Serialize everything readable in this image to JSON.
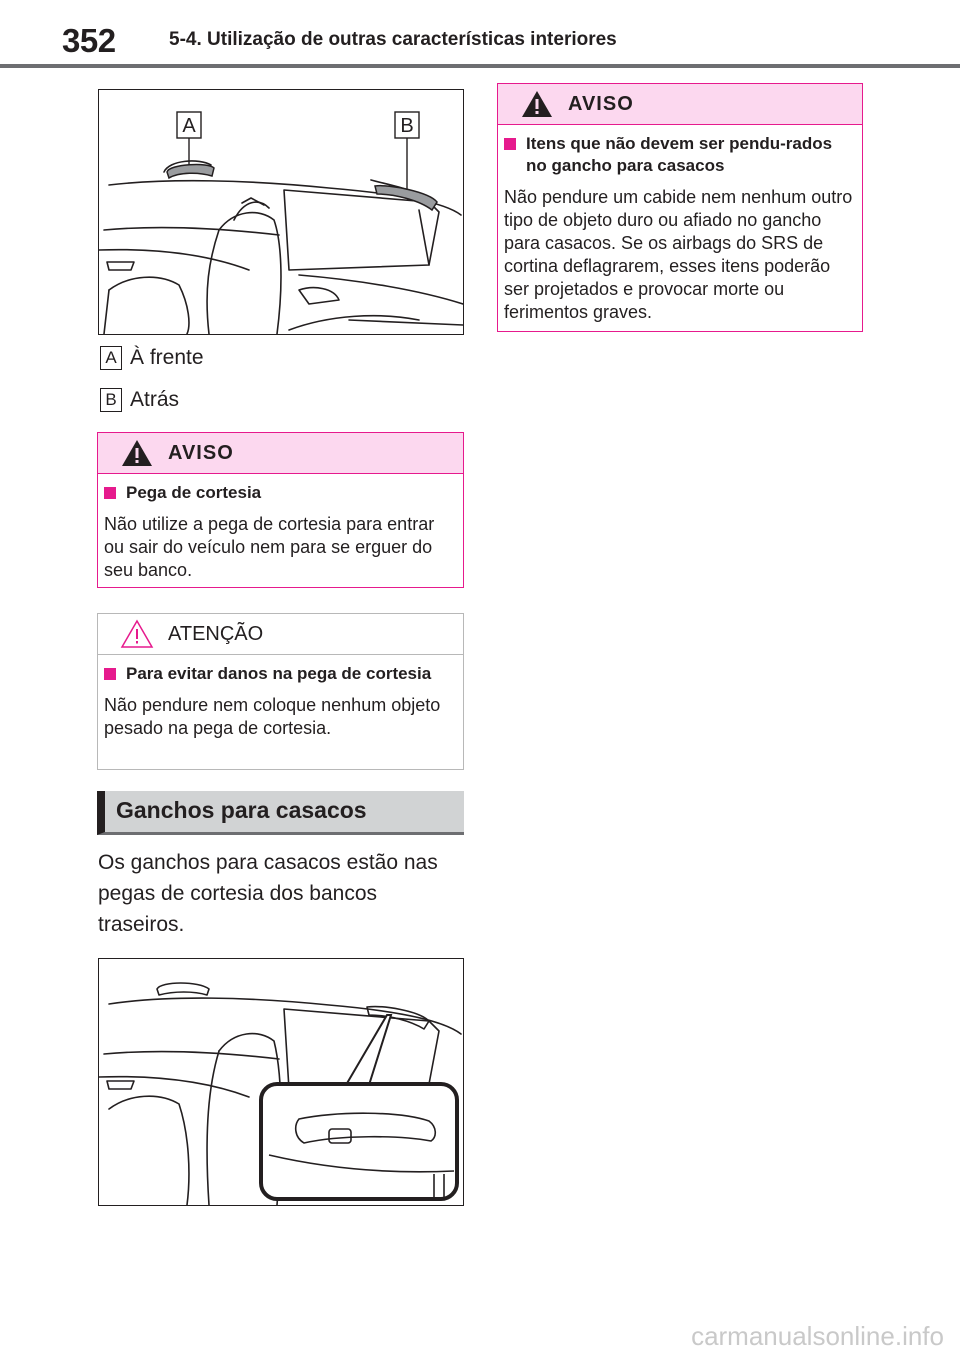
{
  "header": {
    "page_number": "352",
    "section_title": "5-4. Utilização de outras características interiores"
  },
  "figure1": {
    "callout_a": "A",
    "callout_b": "B"
  },
  "legend": [
    {
      "tag": "A",
      "text": "À frente"
    },
    {
      "tag": "B",
      "text": "Atrás"
    }
  ],
  "aviso_box_1": {
    "title": "AVISO",
    "subtitle": "Pega de cortesia",
    "text": "Não utilize a pega de cortesia para entrar ou sair do veículo nem para se erguer do seu banco."
  },
  "atencao_box": {
    "title": "ATENÇÃO",
    "subtitle": "Para evitar danos na pega de cortesia",
    "text": "Não pendure nem coloque nenhum objeto pesado na pega de cortesia."
  },
  "section_heading": "Ganchos para casacos",
  "body_text": "Os ganchos para casacos estão nas pegas de cortesia dos bancos traseiros.",
  "aviso_box_2": {
    "title": "AVISO",
    "subtitle": "Itens que não devem ser pendu-rados no gancho para casacos",
    "text": "Não pendure um cabide nem nenhum outro tipo de objeto duro ou afiado no gancho para casacos. Se os airbags do SRS de cortina deflagrarem, esses itens poderão ser projetados e provocar morte ou ferimentos graves."
  },
  "watermark": "carmanualsonline.info",
  "colors": {
    "aviso_border": "#e61a8d",
    "aviso_header_bg": "#fcd8ef",
    "atencao_border": "#b8b8b8",
    "heading_bg": "#d1d3d4"
  }
}
